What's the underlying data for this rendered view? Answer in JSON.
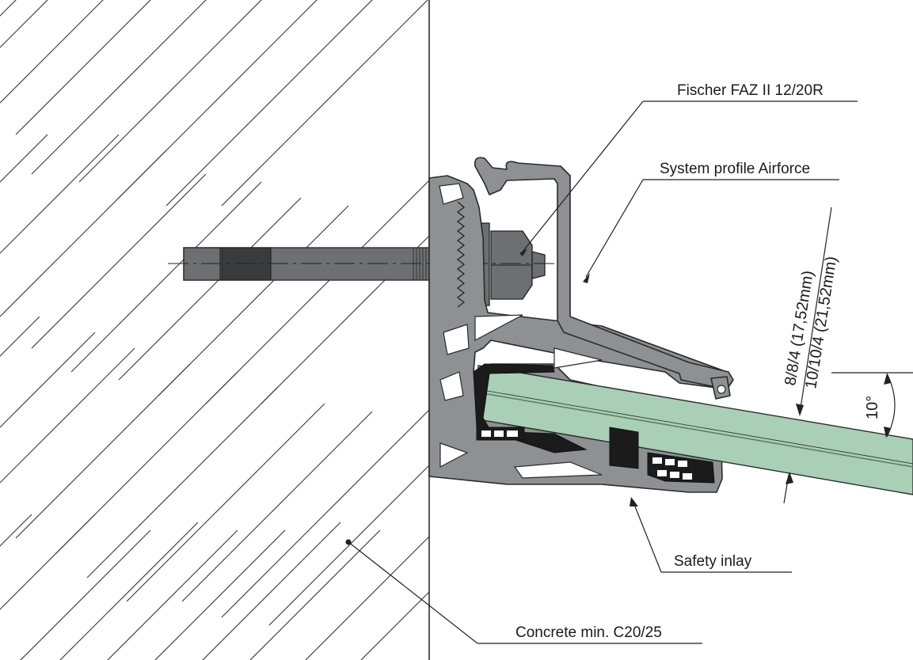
{
  "labels": {
    "anchor": "Fischer FAZ II 12/20R",
    "profile": "System profile Airforce",
    "glass_line1": "8/8/4 (17,52mm)",
    "glass_line2": "10/10/4 (21,52mm)",
    "angle": "10°",
    "inlay": "Safety inlay",
    "concrete": "Concrete min. C20/25"
  },
  "colors": {
    "aluminium_profile": "#8e9094",
    "glass": "#a9cfb6",
    "gasket": "#1b1b1b",
    "anchor_bolt": "#6d6f73"
  }
}
